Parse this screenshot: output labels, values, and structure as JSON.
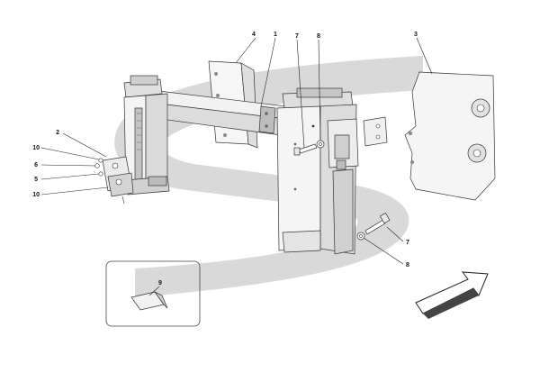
{
  "callouts": {
    "c1": "1",
    "c2": "2",
    "c3": "3",
    "c4": "4",
    "c5": "5",
    "c6": "6",
    "c7a": "7",
    "c7b": "7",
    "c8a": "8",
    "c8b": "8",
    "c9": "9",
    "c10a": "10",
    "c10b": "10"
  },
  "colors": {
    "watermark": "#d6d6d6",
    "line": "#333333",
    "part_fill": "#f4f4f4",
    "part_shade": "#c8c8c8"
  }
}
